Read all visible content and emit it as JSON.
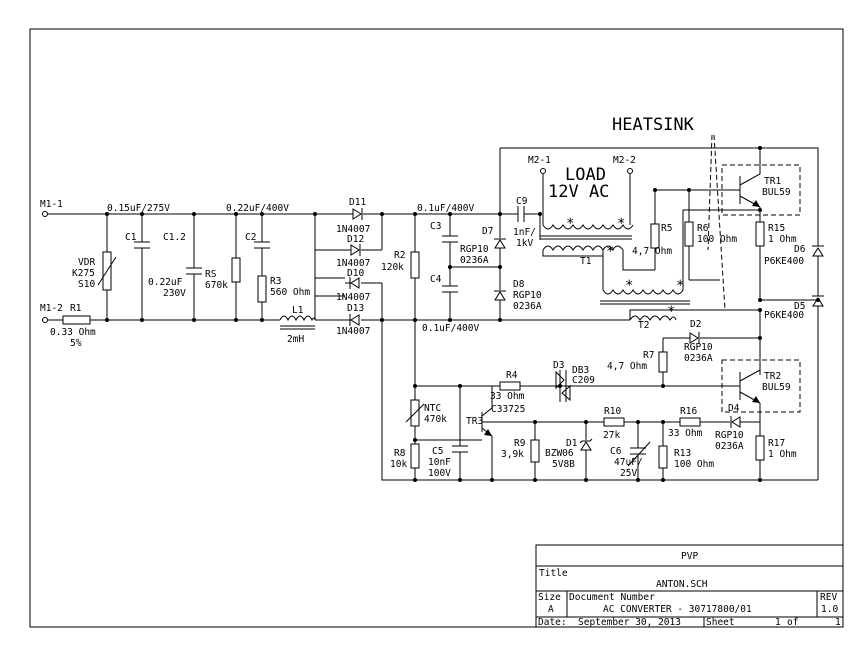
{
  "heatsink_label": "HEATSINK",
  "load_label": [
    "LOAD",
    "12V AC"
  ],
  "nodes": {
    "m1_1": "M1-1",
    "m1_2": "M1-2",
    "m2_1": "M2-1",
    "m2_2": "M2-2"
  },
  "components": {
    "r1": [
      "R1",
      "0.33 Ohm",
      "5%"
    ],
    "vdr": [
      "VDR",
      "K275",
      "S10"
    ],
    "c1": [
      "C1",
      "0.15uF/275V"
    ],
    "c1_2": [
      "C1.2",
      "0.22uF",
      "230V"
    ],
    "c2": [
      "C2",
      "0.22uF/400V"
    ],
    "r_s": [
      "RS",
      "670k"
    ],
    "r3": [
      "R3",
      "560 Ohm"
    ],
    "l1": [
      "L1",
      "2mH"
    ],
    "d11": [
      "D11",
      "1N4007"
    ],
    "d12": [
      "D12",
      "1N4007"
    ],
    "d10": [
      "D10",
      "1N4007"
    ],
    "d13": [
      "D13",
      "1N4007"
    ],
    "r2": [
      "R2",
      "120k"
    ],
    "c3": [
      "C3",
      "0.1uF/400V"
    ],
    "c4": [
      "C4",
      "0.1uF/400V"
    ],
    "d7": [
      "D7",
      "RGP10",
      "0236A"
    ],
    "d8": [
      "D8",
      "RGP10",
      "0236A"
    ],
    "c9": [
      "C9",
      "1nF/",
      "1kV"
    ],
    "t1": "T1",
    "t2": "T2",
    "r5": [
      "R5",
      "4,7 Ohm"
    ],
    "r6": [
      "R6",
      "100 Ohm"
    ],
    "r15": [
      "R15",
      "1 Ohm"
    ],
    "tr1": [
      "TR1",
      "BUL59"
    ],
    "d6": [
      "D6",
      "P6KE400"
    ],
    "d5": [
      "D5",
      "P6KE400"
    ],
    "d2": [
      "D2",
      "RGP10",
      "0236A"
    ],
    "r7": [
      "R7",
      "4,7 Ohm"
    ],
    "tr2": [
      "TR2",
      "BUL59"
    ],
    "r4": [
      "R4",
      "33 Ohm"
    ],
    "d3": [
      "D3",
      "DB3",
      "C209"
    ],
    "ntc": [
      "NTC",
      "470k"
    ],
    "tr3": [
      "TR3",
      "C33725"
    ],
    "r8": [
      "R8",
      "10k"
    ],
    "c5": [
      "C5",
      "10nF",
      "100V"
    ],
    "r9": [
      "R9",
      "3,9k"
    ],
    "d1": [
      "D1",
      "BZW06",
      "5V8B"
    ],
    "r10": [
      "R10",
      "27k"
    ],
    "c6": [
      "C6",
      "47uF/",
      "25V"
    ],
    "r16": [
      "R16",
      "33 Ohm"
    ],
    "d4": [
      "D4",
      "RGP10",
      "0236A"
    ],
    "r13": [
      "R13",
      "100 Ohm"
    ],
    "r17": [
      "R17",
      "1 Ohm"
    ]
  },
  "title_block": {
    "company": "PVP",
    "title_label": "Title",
    "title_value": "ANTON.SCH",
    "size_label": "Size",
    "size_value": "A",
    "docnum_label": "Document Number",
    "docnum_value": "AC CONVERTER - 30717800/01",
    "rev_label": "REV",
    "rev_value": "1.0",
    "date_label": "Date:",
    "date_value": "September 30, 2013",
    "sheet_label": "Sheet",
    "sheet_value": "1",
    "of_label": "of",
    "of_value": "1"
  }
}
